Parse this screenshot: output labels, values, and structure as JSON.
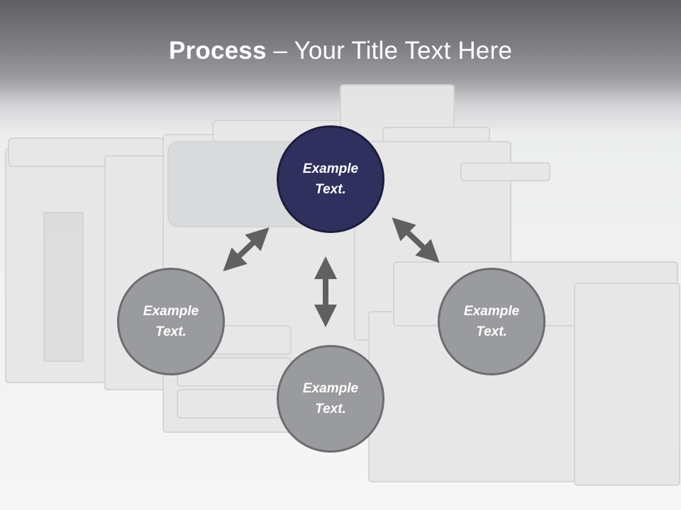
{
  "slide": {
    "title_bold": "Process",
    "title_rest": " – Your Title Text Here"
  },
  "colors": {
    "header": "#6f7074",
    "primary_node": "#30305e",
    "secondary_node": "#9a9b9e",
    "arrow": "#5f6062"
  },
  "nodes": [
    {
      "text": "Example Text.",
      "role": "primary"
    },
    {
      "text": "Example Text.",
      "role": "secondary"
    },
    {
      "text": "Example Text.",
      "role": "secondary"
    },
    {
      "text": "Example Text.",
      "role": "secondary"
    }
  ],
  "background_image": "office-copier-machine"
}
